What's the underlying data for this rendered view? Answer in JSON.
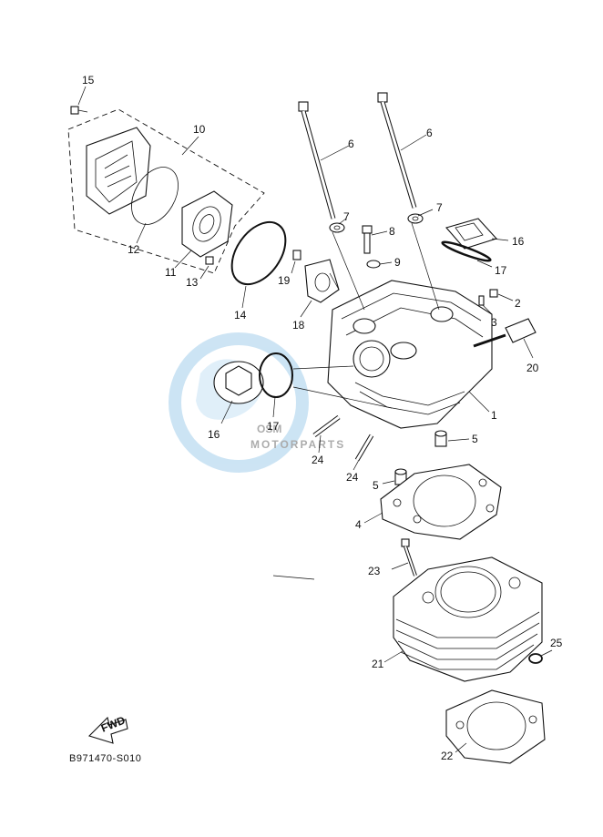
{
  "diagram": {
    "code": "B971470-S010",
    "fwd_label": "FWD",
    "watermark": {
      "brand": "OSM",
      "sub": "MOTORPARTS"
    },
    "callouts": [
      {
        "id": "c15",
        "text": "15"
      },
      {
        "id": "c10",
        "text": "10"
      },
      {
        "id": "c12",
        "text": "12"
      },
      {
        "id": "c11",
        "text": "11"
      },
      {
        "id": "c13",
        "text": "13"
      },
      {
        "id": "c14",
        "text": "14"
      },
      {
        "id": "c6a",
        "text": "6"
      },
      {
        "id": "c6b",
        "text": "6"
      },
      {
        "id": "c7a",
        "text": "7"
      },
      {
        "id": "c7b",
        "text": "7"
      },
      {
        "id": "c8",
        "text": "8"
      },
      {
        "id": "c9",
        "text": "9"
      },
      {
        "id": "c16a",
        "text": "16"
      },
      {
        "id": "c17a",
        "text": "17"
      },
      {
        "id": "c19",
        "text": "19"
      },
      {
        "id": "c18",
        "text": "18"
      },
      {
        "id": "c2",
        "text": "2"
      },
      {
        "id": "c3",
        "text": "3"
      },
      {
        "id": "c20",
        "text": "20"
      },
      {
        "id": "c1",
        "text": "1"
      },
      {
        "id": "c16b",
        "text": "16"
      },
      {
        "id": "c17b",
        "text": "17"
      },
      {
        "id": "c24a",
        "text": "24"
      },
      {
        "id": "c24b",
        "text": "24"
      },
      {
        "id": "c5a",
        "text": "5"
      },
      {
        "id": "c5b",
        "text": "5"
      },
      {
        "id": "c4",
        "text": "4"
      },
      {
        "id": "c23",
        "text": "23"
      },
      {
        "id": "c21",
        "text": "21"
      },
      {
        "id": "c25",
        "text": "25"
      },
      {
        "id": "c22",
        "text": "22"
      }
    ]
  }
}
